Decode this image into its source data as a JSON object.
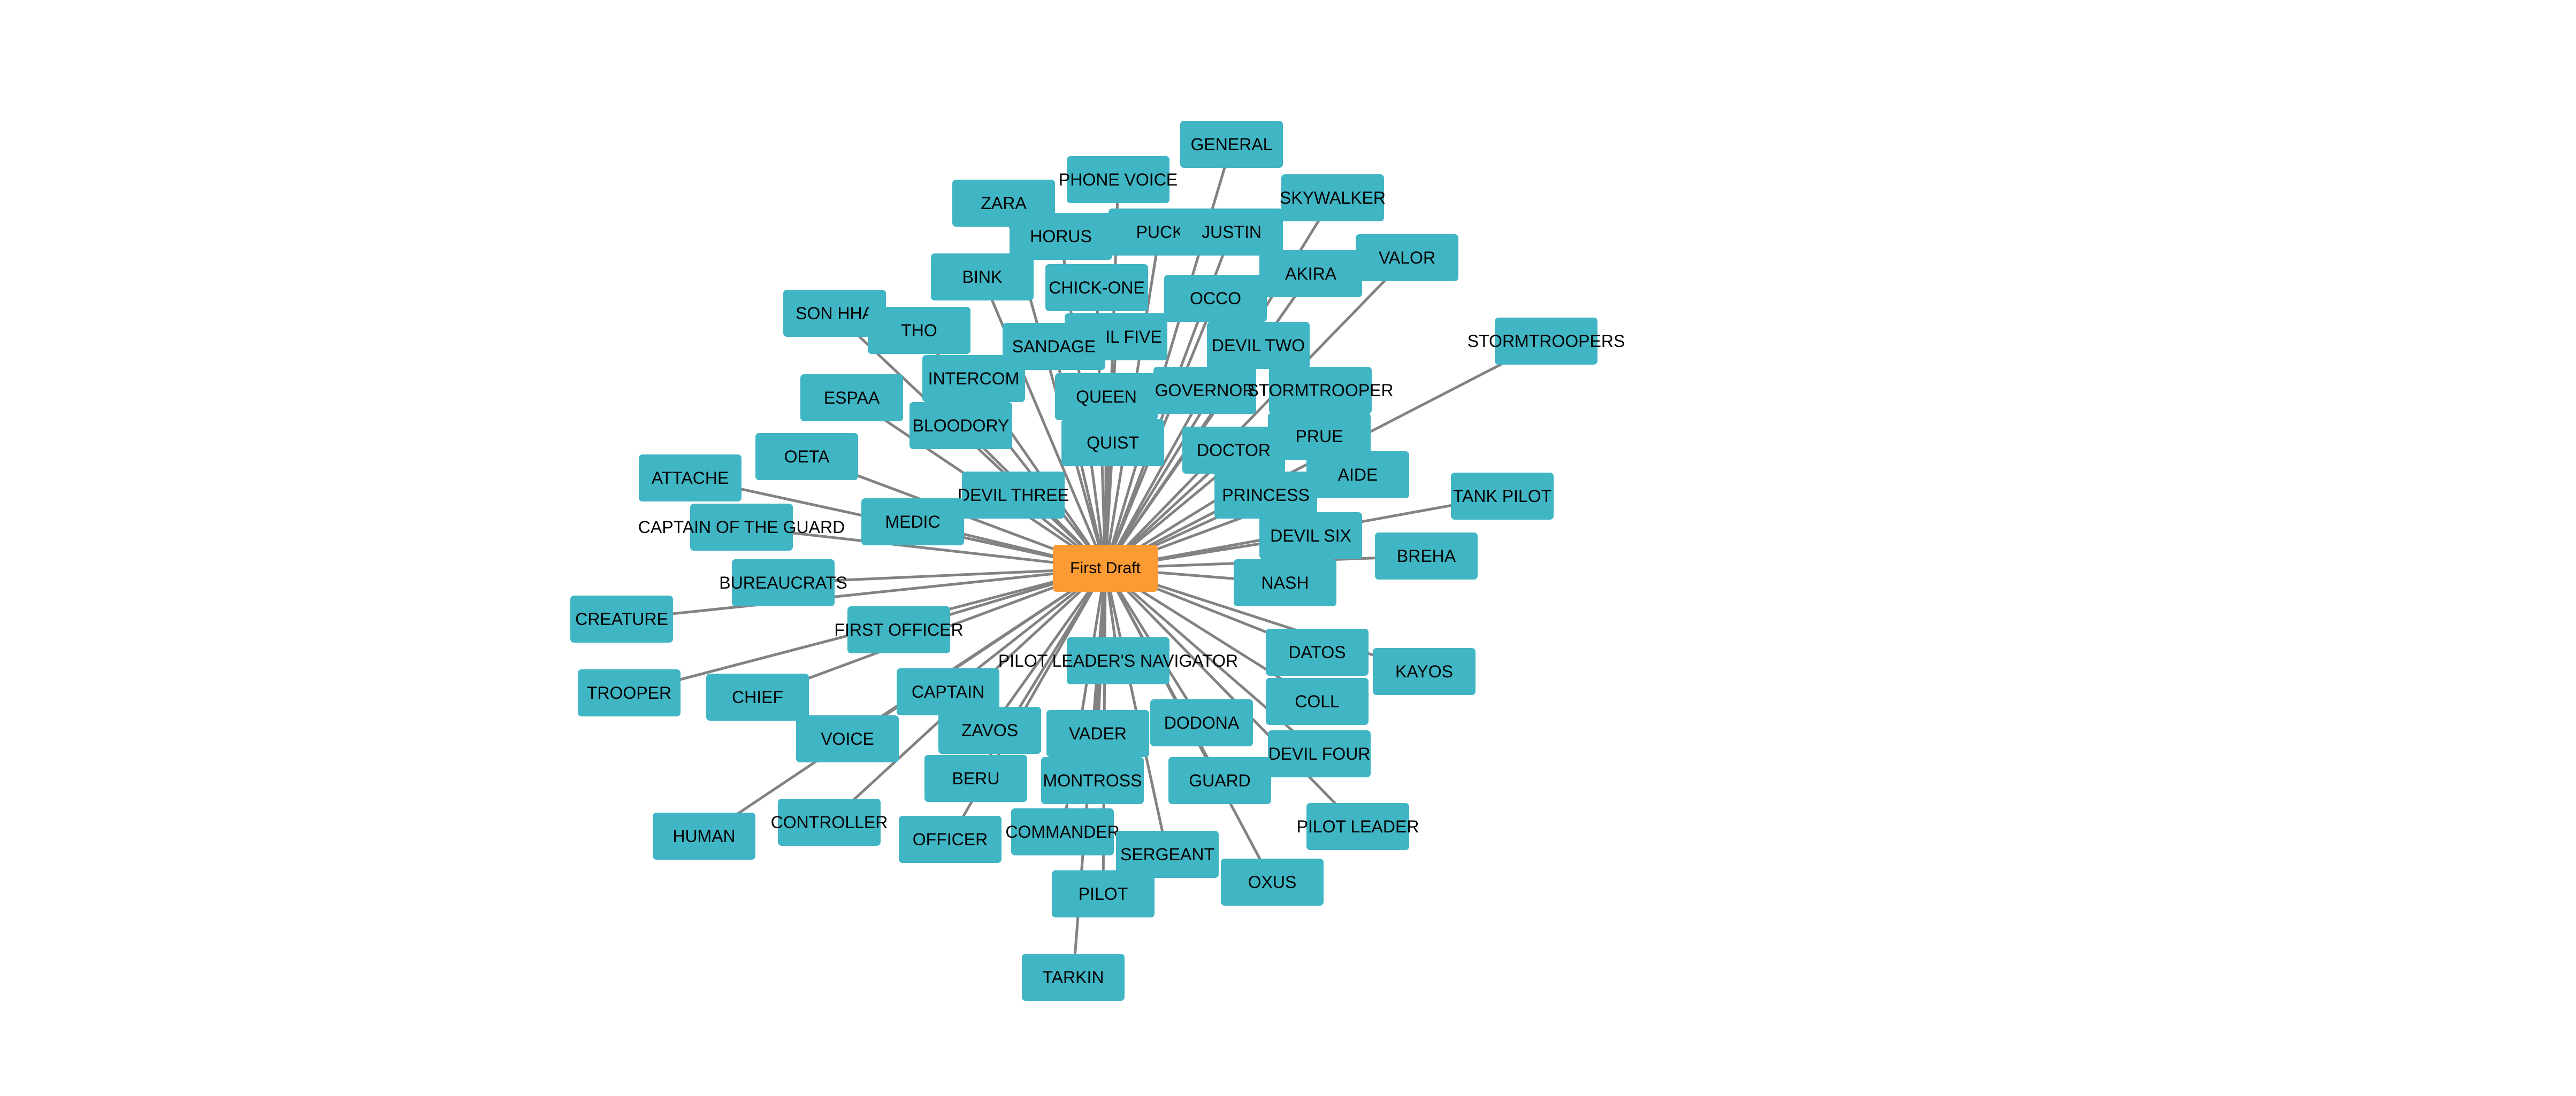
{
  "colors": {
    "center_node": "#fc9b34",
    "node": "#40b5c4",
    "edge": "#828282",
    "label": "#000000"
  },
  "graph": {
    "center": "First Draft",
    "nodes": [
      "GENERAL",
      "PHONE VOICE",
      "SKYWALKER",
      "ZARA",
      "PUCK",
      "JUSTIN",
      "HORUS",
      "VALOR",
      "AKIRA",
      "BINK",
      "CHICK-ONE",
      "OCCO",
      "SON HHA",
      "THO",
      "DEVIL FIVE",
      "STORMTROOPERS",
      "SANDAGE",
      "DEVIL TWO",
      "INTERCOM",
      "ESPAA",
      "QUEEN",
      "GOVERNOR",
      "STORMTROOPER",
      "BLOODORY",
      "PRUE",
      "QUIST",
      "DOCTOR",
      "OETA",
      "AIDE",
      "ATTACHE",
      "TANK PILOT",
      "DEVIL THREE",
      "PRINCESS",
      "MEDIC",
      "CAPTAIN OF THE GUARD",
      "DEVIL SIX",
      "BREHA",
      "NASH",
      "BUREAUCRATS",
      "CREATURE",
      "FIRST OFFICER",
      "DATOS",
      "PILOT LEADER'S NAVIGATOR",
      "KAYOS",
      "TROOPER",
      "CAPTAIN",
      "CHIEF",
      "COLL",
      "DODONA",
      "ZAVOS",
      "VADER",
      "VOICE",
      "DEVIL FOUR",
      "BERU",
      "MONTROSS",
      "GUARD",
      "PILOT LEADER",
      "CONTROLLER",
      "HUMAN",
      "COMMANDER",
      "OFFICER",
      "SERGEANT",
      "OXUS",
      "PILOT",
      "TARKIN"
    ]
  }
}
